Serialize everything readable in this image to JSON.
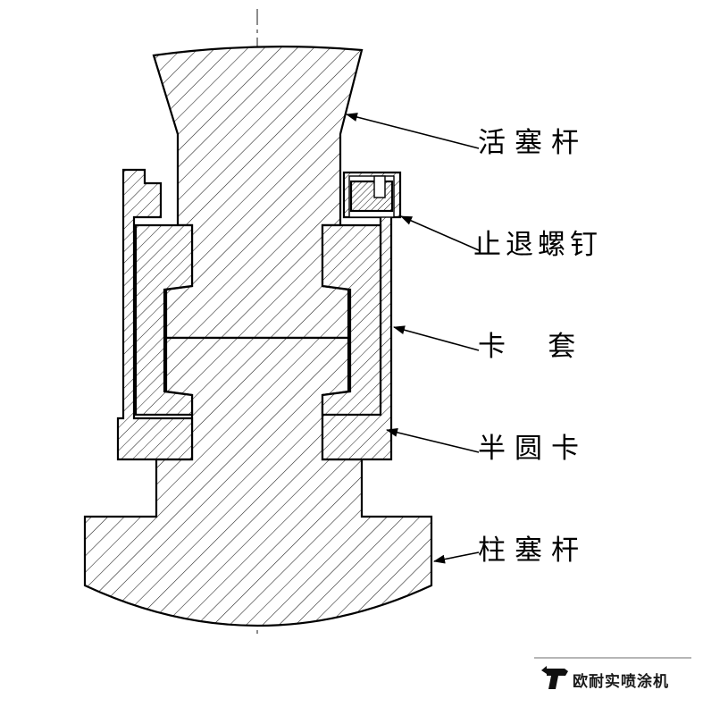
{
  "labels": [
    {
      "text": "活塞杆",
      "meaning": "piston rod"
    },
    {
      "text": "止退螺钉",
      "meaning": "anti-loosening stop screw"
    },
    {
      "text": "卡  套",
      "meaning": "collet sleeve"
    },
    {
      "text": "半圆卡",
      "meaning": "half-round clamp"
    },
    {
      "text": "柱塞杆",
      "meaning": "plunger rod"
    }
  ],
  "footer": {
    "brand": "欧耐实喷涂机",
    "logo_icon": "spray-gun-icon"
  },
  "colors": {
    "line": "#000000",
    "hatch": "#1c1c1c",
    "divider": "#8a8a8a",
    "background": "#ffffff"
  }
}
